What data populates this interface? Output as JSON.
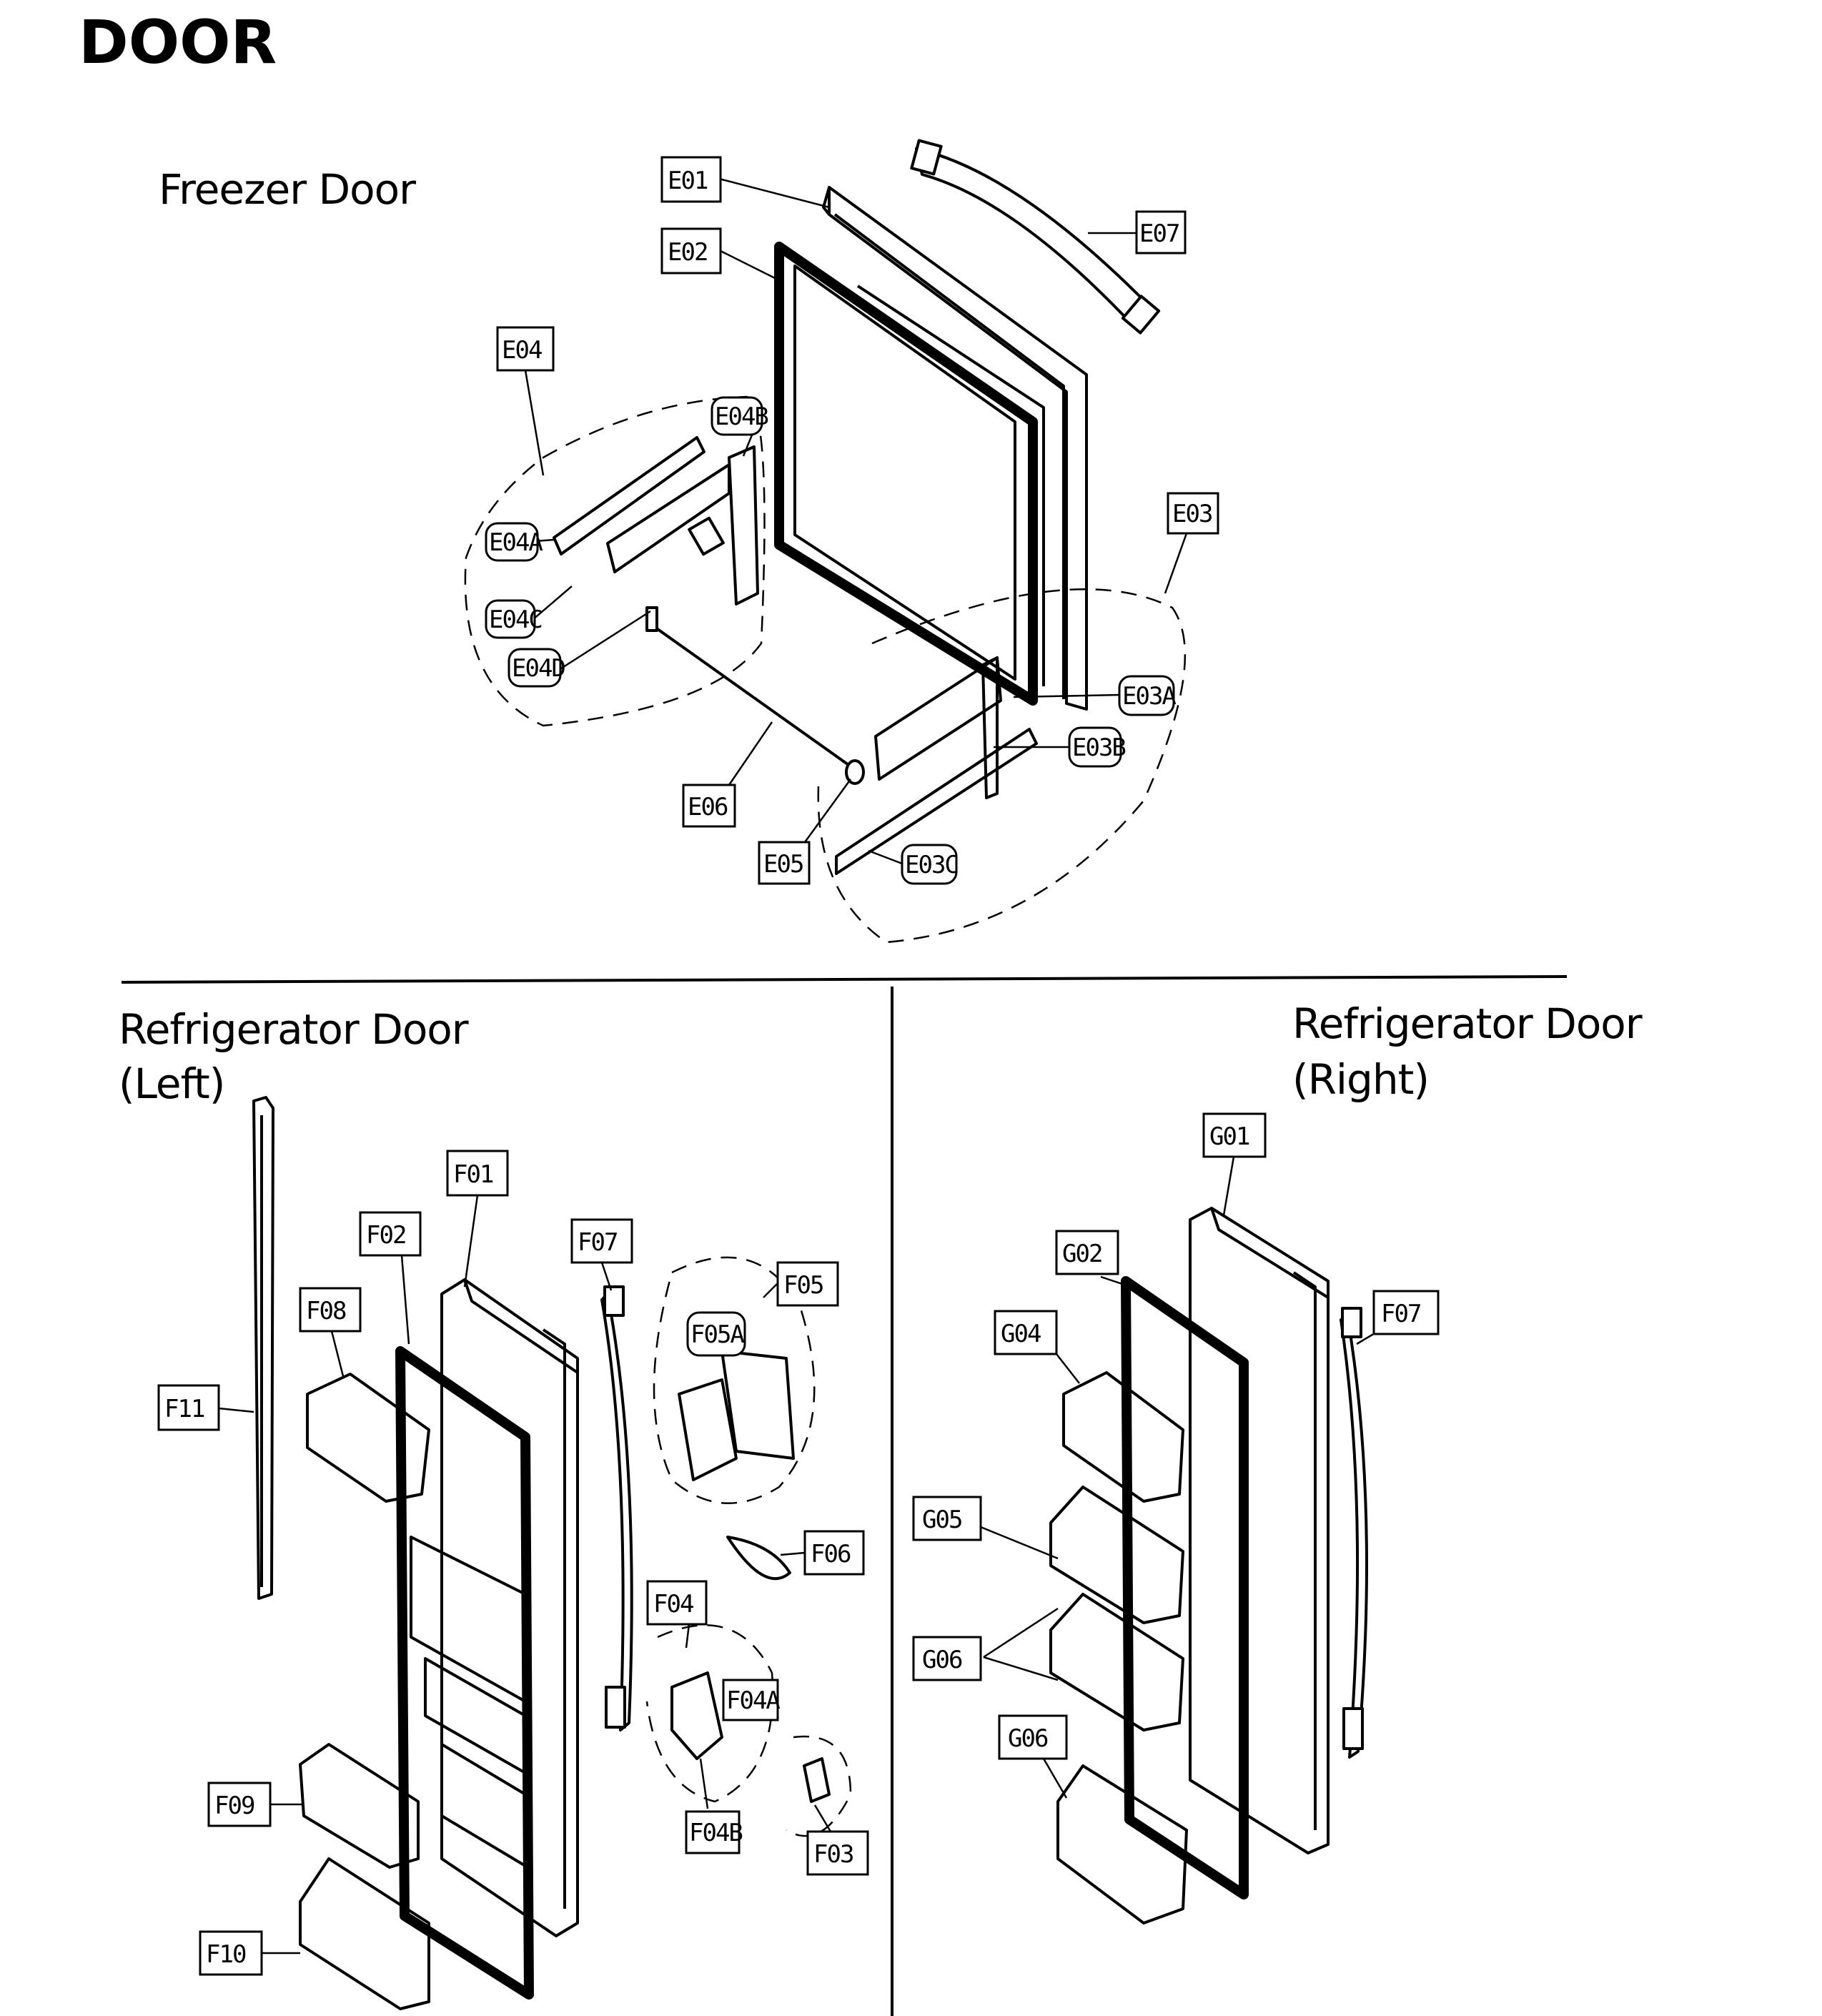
{
  "page_title": "DOOR",
  "sections": {
    "freezer": {
      "title": "Freezer Door"
    },
    "ref_left": {
      "title_line1": "Refrigerator Door",
      "title_line2": "(Left)"
    },
    "ref_right": {
      "title_line1": "Refrigerator Door",
      "title_line2": "(Right)"
    }
  },
  "callouts": {
    "E01": "E01",
    "E02": "E02",
    "E03": "E03",
    "E03A": "E03A",
    "E03B": "E03B",
    "E03C": "E03C",
    "E04": "E04",
    "E04A": "E04A",
    "E04B": "E04B",
    "E04C": "E04C",
    "E04D": "E04D",
    "E05": "E05",
    "E06": "E06",
    "E07": "E07",
    "F01": "F01",
    "F02": "F02",
    "F03": "F03",
    "F04": "F04",
    "F04A": "F04A",
    "F04B": "F04B",
    "F05": "F05",
    "F05A": "F05A",
    "F06": "F06",
    "F07": "F07",
    "F08": "F08",
    "F09": "F09",
    "F10": "F10",
    "F11": "F11",
    "G01": "G01",
    "G02": "G02",
    "G04": "G04",
    "G05": "G05",
    "G06a": "G06",
    "G06b": "G06",
    "F07R": "F07"
  }
}
